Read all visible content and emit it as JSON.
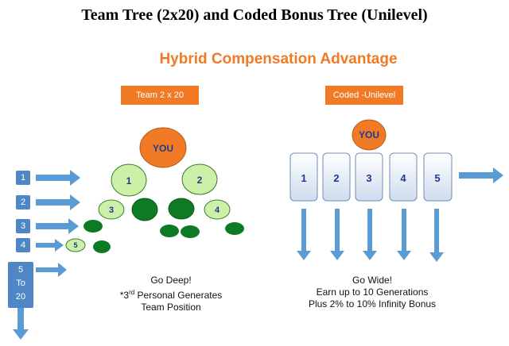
{
  "header": {
    "title": "Team Tree (2x20) and Coded Bonus Tree (Unilevel)",
    "subtitle": "Hybrid Compensation  Advantage"
  },
  "left": {
    "tag": "Team 2 x 20",
    "you": "YOU",
    "level2": [
      "1",
      "2"
    ],
    "level3_labels": [
      "3",
      "4"
    ],
    "level4_label": "5",
    "level_markers": [
      "1",
      "2",
      "3",
      "4"
    ],
    "last_marker": [
      "5",
      "To",
      "20"
    ],
    "caption": {
      "line1": "Go Deep!",
      "line2_prefix": "*3",
      "line2_sup": "rd",
      "line2_suffix": " Personal Generates",
      "line3": "Team Position"
    }
  },
  "right": {
    "tag": "Coded -Unilevel",
    "you": "YOU",
    "boxes": [
      "1",
      "2",
      "3",
      "4",
      "5"
    ],
    "caption": {
      "line1": "Go Wide!",
      "line2": "Earn up to 10 Generations",
      "line3": "Plus 2% to 10% Infinity Bonus"
    }
  },
  "colors": {
    "orange": "#f07a26",
    "light_green": "#ccf0a8",
    "dark_green": "#0f7a24",
    "arrow_blue": "#5b9bd5",
    "box_fill": "#dde8f5",
    "box_border": "#6f8fb5"
  }
}
